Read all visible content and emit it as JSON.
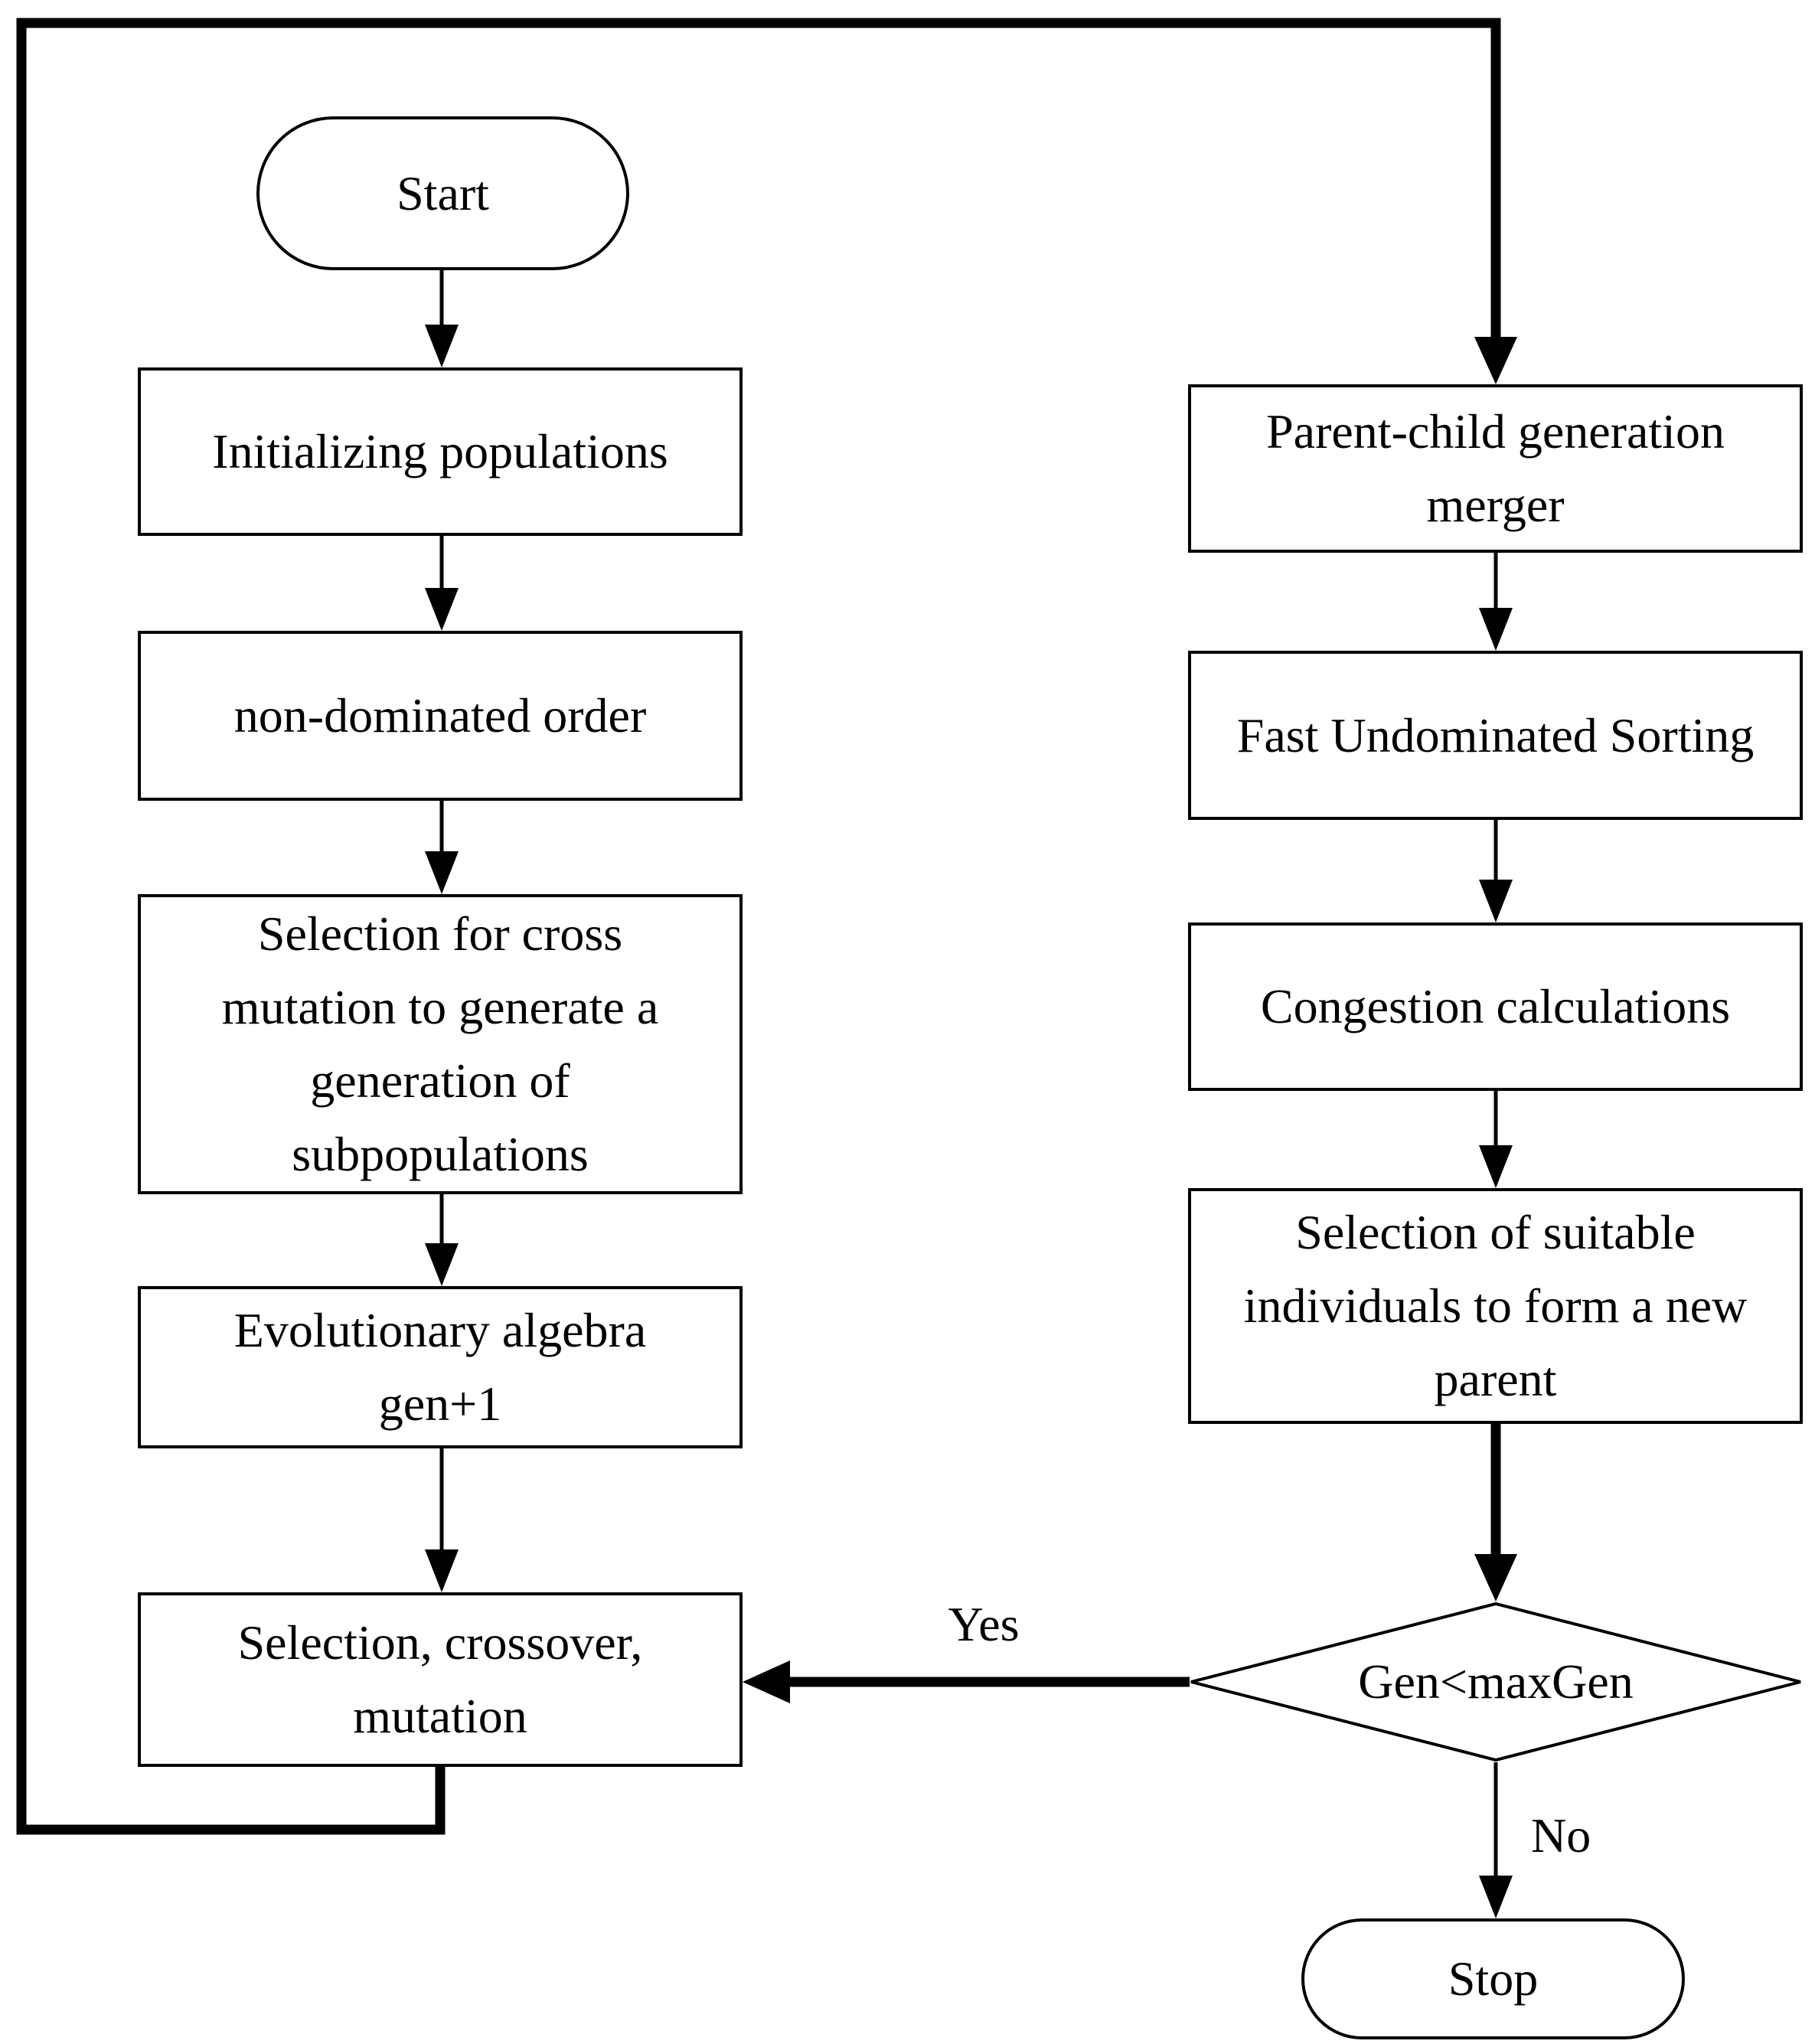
{
  "colors": {
    "background": "#ffffff",
    "line": "#000000"
  },
  "nodes": {
    "start": "Start",
    "init": "Initializing populations",
    "nondominated": "non-dominated order",
    "cross_mutation": "Selection for cross\nmutation to generate a\ngeneration of\nsubpopulations",
    "evolution": "Evolutionary algebra\ngen+1",
    "selection_crossover": "Selection, crossover,\nmutation",
    "merger": "Parent-child generation\nmerger",
    "fast_sorting": "Fast Undominated Sorting",
    "congestion": "Congestion calculations",
    "new_parent": "Selection of suitable\nindividuals to form a new\nparent",
    "decision": "Gen<maxGen",
    "stop": "Stop"
  },
  "edge_labels": {
    "yes": "Yes",
    "no": "No"
  }
}
